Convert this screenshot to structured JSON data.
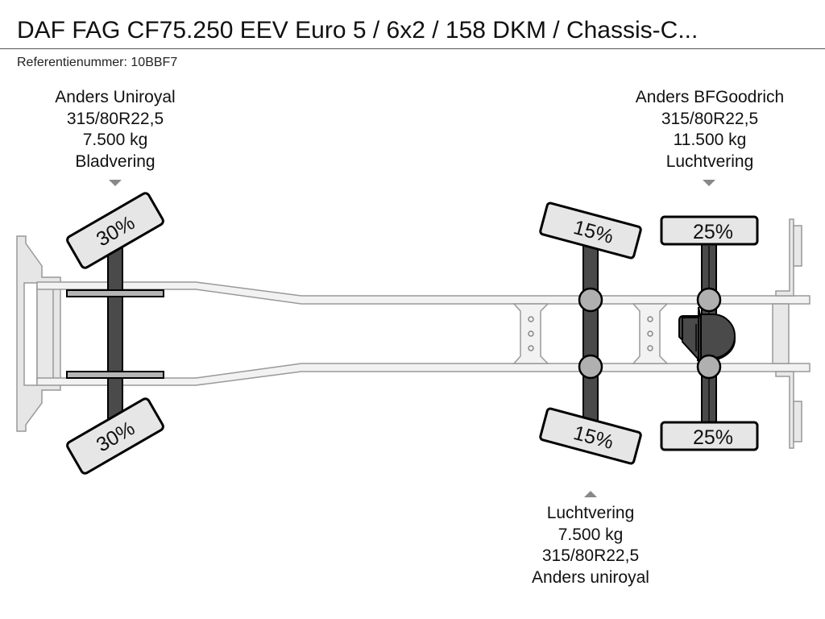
{
  "header": {
    "title": "DAF FAG CF75.250 EEV Euro 5 / 6x2 / 158 DKM / Chassis-C...",
    "reference_label": "Referentienummer:",
    "reference_value": "10BBF7"
  },
  "axles": {
    "front": {
      "lines": [
        "Anders Uniroyal",
        "315/80R22,5",
        "7.500 kg",
        "Bladvering"
      ],
      "tread_left": "30%",
      "tread_right": "30%",
      "indicator": "arrow-down"
    },
    "rear1": {
      "lines": [
        "Luchtvering",
        "7.500 kg",
        "315/80R22,5",
        "Anders uniroyal"
      ],
      "tread_left": "15%",
      "tread_right": "15%",
      "indicator": "arrow-up"
    },
    "rear2": {
      "lines": [
        "Anders BFGoodrich",
        "315/80R22,5",
        "11.500 kg",
        "Luchtvering"
      ],
      "tread_left": "25%",
      "tread_right": "25%",
      "indicator": "arrow-down"
    }
  },
  "colors": {
    "frame_fill": "#f2f2f2",
    "frame_stroke": "#999999",
    "axle_dark": "#4a4a4a",
    "tire_fill": "#e6e6e6",
    "hub_fill": "#b0b0b0"
  }
}
